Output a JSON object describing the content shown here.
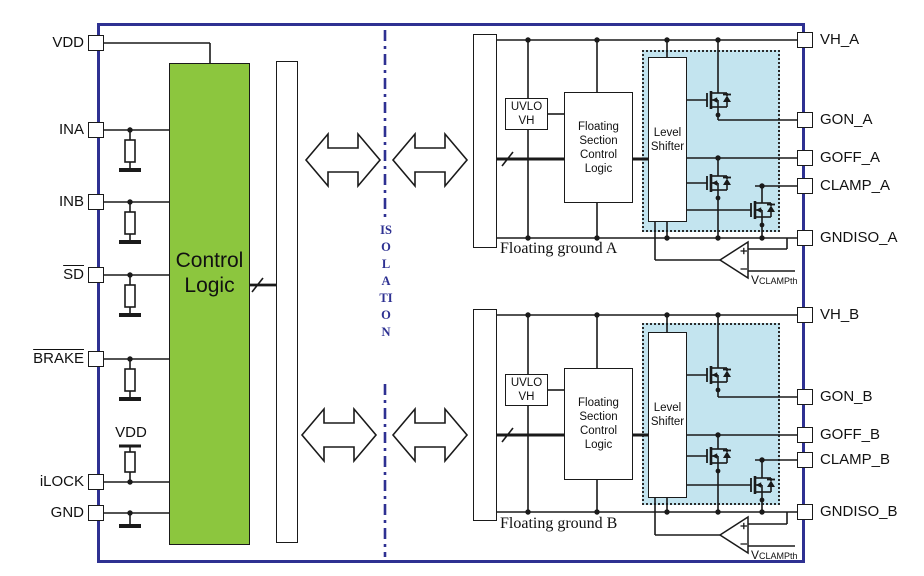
{
  "diagram": {
    "title_semantic": "isolated dual gate driver block diagram",
    "colors": {
      "chip_border": "#2E3192",
      "control_logic_fill": "#8CC63E",
      "floating_area_fill": "#C3E4EF",
      "wire": "#1a1a1a"
    },
    "left_pins": [
      {
        "label": "VDD"
      },
      {
        "label": "INA"
      },
      {
        "label": "INB"
      },
      {
        "label": "SD"
      },
      {
        "label": "BRAKE"
      },
      {
        "label": "iLOCK"
      },
      {
        "label": "GND"
      }
    ],
    "pullup_supply_label": "VDD",
    "control_logic_label": "Control Logic",
    "isolation_label": "ISOLATION",
    "sections": {
      "a": {
        "uvlo_label": "UVLO VH",
        "fscl_label": "Floating Section Control Logic",
        "level_shifter_label": "Level Shifter",
        "floating_ground_label": "Floating ground A",
        "vclamp": {
          "base": "V",
          "sub": "CLAMPth"
        },
        "pins": [
          {
            "label": "VH_A"
          },
          {
            "label": "GON_A"
          },
          {
            "label": "GOFF_A"
          },
          {
            "label": "CLAMP_A"
          },
          {
            "label": "GNDISO_A"
          }
        ]
      },
      "b": {
        "uvlo_label": "UVLO VH",
        "fscl_label": "Floating Section Control Logic",
        "level_shifter_label": "Level Shifter",
        "floating_ground_label": "Floating ground B",
        "vclamp": {
          "base": "V",
          "sub": "CLAMPth"
        },
        "pins": [
          {
            "label": "VH_B"
          },
          {
            "label": "GON_B"
          },
          {
            "label": "GOFF_B"
          },
          {
            "label": "CLAMP_B"
          },
          {
            "label": "GNDISO_B"
          }
        ]
      }
    }
  }
}
